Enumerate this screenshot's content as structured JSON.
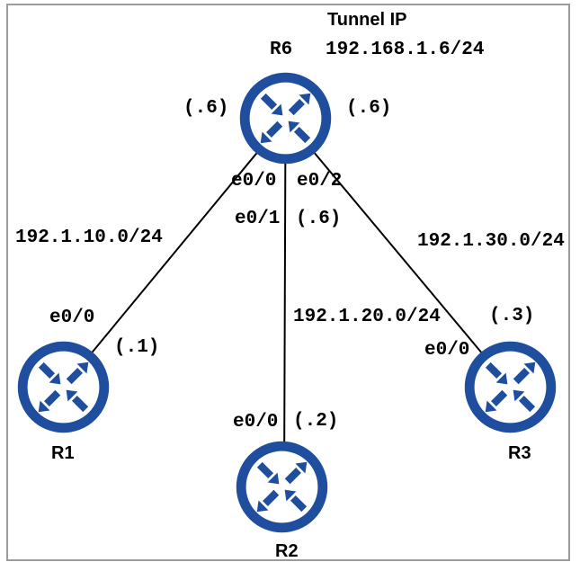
{
  "colors": {
    "router_blue": "#1F4E9E",
    "wire": "#000000",
    "frame": "#9B9B9B"
  },
  "title": "Tunnel IP",
  "hub": {
    "name": "R6",
    "tunnel_ip": "192.168.1.6/24",
    "interfaces": {
      "to_r1": "e0/0",
      "to_r2": "e0/1",
      "to_r3": "e0/2"
    },
    "addresses": {
      "to_r1": "(.6)",
      "to_r2": "(.6)",
      "to_r3": "(.6)"
    }
  },
  "spokes": [
    {
      "name": "R1",
      "interface": "e0/0",
      "address": "(.1)",
      "network": "192.1.10.0/24"
    },
    {
      "name": "R2",
      "interface": "e0/0",
      "address": "(.2)",
      "network": "192.1.20.0/24"
    },
    {
      "name": "R3",
      "interface": "e0/0",
      "address": "(.3)",
      "network": "192.1.30.0/24"
    }
  ]
}
